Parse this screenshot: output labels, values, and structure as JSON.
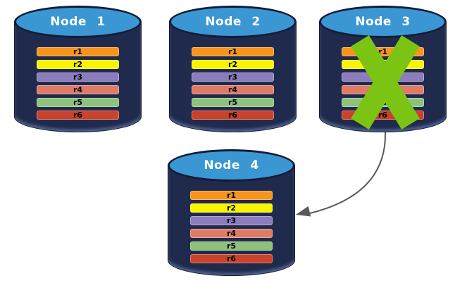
{
  "nodes": [
    {
      "label": "Node 1",
      "rows": [
        "r1",
        "r2",
        "r3",
        "r4",
        "r5",
        "r6"
      ],
      "failed": false
    },
    {
      "label": "Node 2",
      "rows": [
        "r1",
        "r2",
        "r3",
        "r4",
        "r5",
        "r6"
      ],
      "failed": false
    },
    {
      "label": "Node 3",
      "rows": [
        "r1",
        "r2",
        "r3",
        "r4",
        "r5",
        "r6"
      ],
      "failed": true
    },
    {
      "label": "Node 4",
      "rows": [
        "r1",
        "r2",
        "r3",
        "r4",
        "r5",
        "r6"
      ],
      "failed": false
    }
  ],
  "row_colors": [
    "#F7941E",
    "#FAF400",
    "#8B7CBD",
    "#DE7B67",
    "#8DC17C",
    "#C9422B"
  ],
  "icons": {
    "failure_mark": "x-cross-icon",
    "replication_arrow": "curved-arrow-icon"
  },
  "colors": {
    "background": "#FFFFFF",
    "cylinder_body": "#1F2A4C",
    "cylinder_top": "#3A97D3",
    "cylinder_outline": "#131C38",
    "node_label": "#FFFFFF",
    "row_label": "#000000",
    "failure_x": "#7CC414",
    "arrow": "#595959"
  }
}
